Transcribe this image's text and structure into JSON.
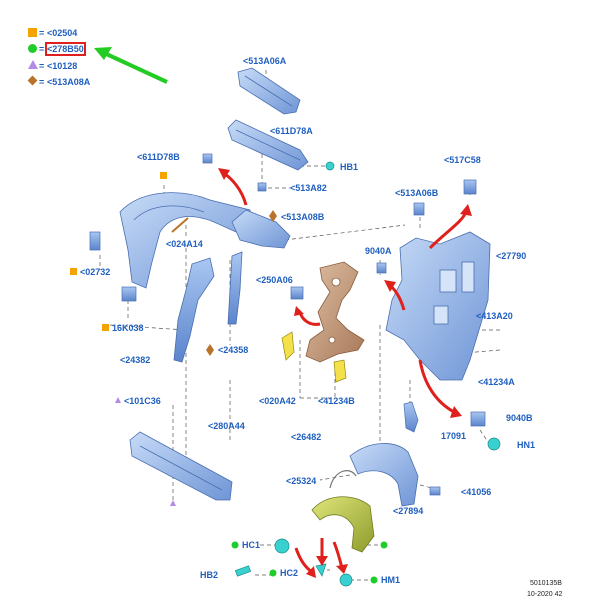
{
  "legend": [
    {
      "symbol": "square",
      "color": "#f5a300",
      "eq": "=",
      "label": "<02504"
    },
    {
      "symbol": "circle",
      "color": "#1ecc2a",
      "eq": "=",
      "label": "<278B50",
      "highlighted": true
    },
    {
      "symbol": "triangle",
      "color": "#b48ae6",
      "eq": "=",
      "label": "<10128"
    },
    {
      "symbol": "diamond",
      "color": "#b8742a",
      "eq": "=",
      "label": "<513A08A"
    }
  ],
  "labels": {
    "p513A06A": "<513A06A",
    "p611D78A": "<611D78A",
    "p611D78B": "<611D78B",
    "hb1": "HB1",
    "p513A82": "<513A82",
    "p517C58": "<517C58",
    "p513A06B": "<513A06B",
    "p513A08B": "<513A08B",
    "p024A14": "<024A14",
    "p9040A": "9040A",
    "p27790": "<27790",
    "p02732": "<02732",
    "p250A06": "<250A06",
    "p16K038": "16K038",
    "p413A20": "<413A20",
    "p24382": "<24382",
    "p24358": "<24358",
    "p41234A": "<41234A",
    "p101C36": "<101C36",
    "p020A42": "<020A42",
    "p41234B": "<41234B",
    "p9040B": "9040B",
    "p280A44": "<280A44",
    "p26482": "<26482",
    "p17091": "17091",
    "hn1": "HN1",
    "p25324": "<25324",
    "p41056": "<41056",
    "p27894": "<27894",
    "hc1": "HC1",
    "hb2": "HB2",
    "hc2": "HC2",
    "hm1": "HM1"
  },
  "footer": {
    "code": "5010135B",
    "date": "10-2020 42"
  },
  "colors": {
    "part_blue": "#8fb3e8",
    "part_outline": "#4a6fb0",
    "bracket_brown": "#c49a7a",
    "liner_green": "#b5c24a",
    "fastener_cyan": "#39d0d0",
    "arrow_red": "#e0201c",
    "pointer_green": "#22cc22",
    "label_blue": "#1f5fbf"
  }
}
